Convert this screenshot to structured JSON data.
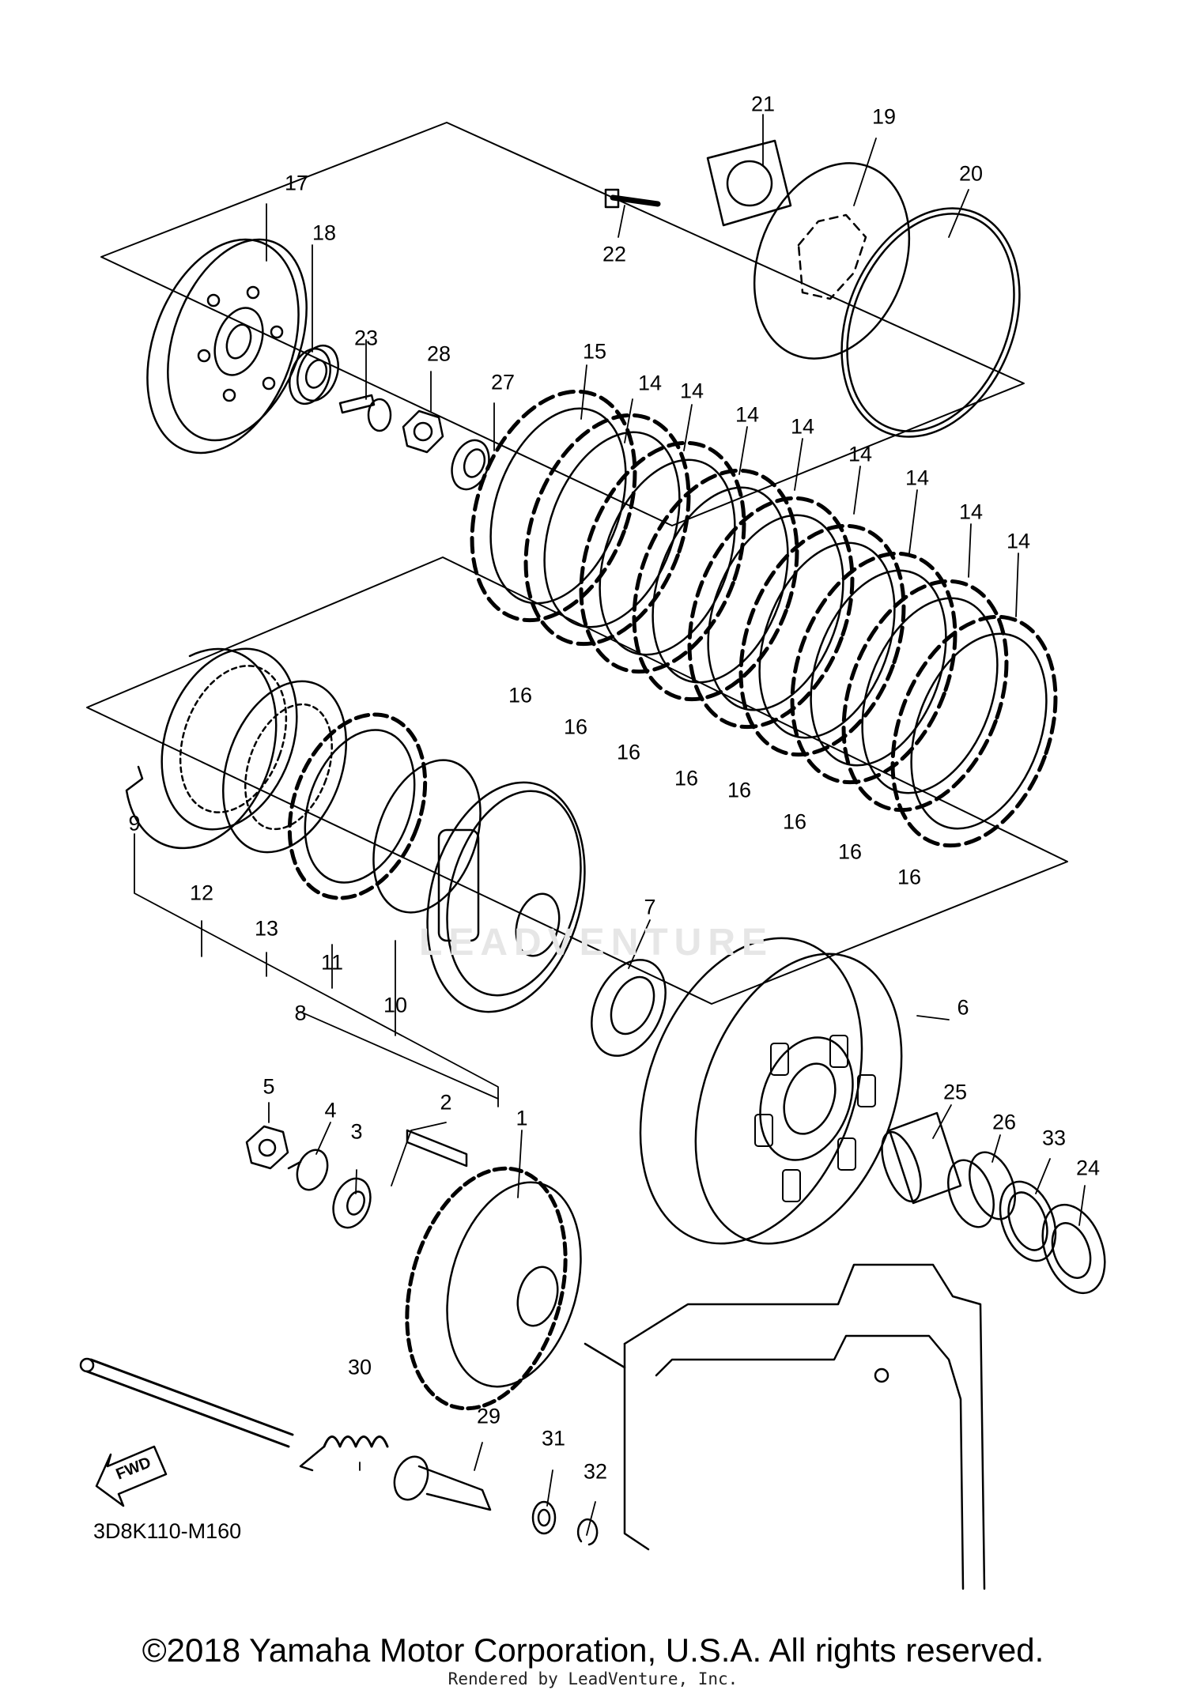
{
  "diagram": {
    "code": "3D8K110-M160",
    "fwd_label": "FWD",
    "watermark": "LEADVENTURE",
    "copyright": "©2018 Yamaha Motor Corporation, U.S.A. All rights reserved.",
    "rendered_by": "Rendered by LeadVenture, Inc.",
    "callouts": [
      {
        "id": "c1",
        "label": "1"
      },
      {
        "id": "c2",
        "label": "2"
      },
      {
        "id": "c3",
        "label": "3"
      },
      {
        "id": "c4",
        "label": "4"
      },
      {
        "id": "c5",
        "label": "5"
      },
      {
        "id": "c6",
        "label": "6"
      },
      {
        "id": "c7",
        "label": "7"
      },
      {
        "id": "c8",
        "label": "8"
      },
      {
        "id": "c9",
        "label": "9"
      },
      {
        "id": "c10",
        "label": "10"
      },
      {
        "id": "c11",
        "label": "11"
      },
      {
        "id": "c12",
        "label": "12"
      },
      {
        "id": "c13",
        "label": "13"
      },
      {
        "id": "c14a",
        "label": "14"
      },
      {
        "id": "c14b",
        "label": "14"
      },
      {
        "id": "c14c",
        "label": "14"
      },
      {
        "id": "c14d",
        "label": "14"
      },
      {
        "id": "c14e",
        "label": "14"
      },
      {
        "id": "c14f",
        "label": "14"
      },
      {
        "id": "c14g",
        "label": "14"
      },
      {
        "id": "c14h",
        "label": "14"
      },
      {
        "id": "c15",
        "label": "15"
      },
      {
        "id": "c16a",
        "label": "16"
      },
      {
        "id": "c16b",
        "label": "16"
      },
      {
        "id": "c16c",
        "label": "16"
      },
      {
        "id": "c16d",
        "label": "16"
      },
      {
        "id": "c16e",
        "label": "16"
      },
      {
        "id": "c16f",
        "label": "16"
      },
      {
        "id": "c16g",
        "label": "16"
      },
      {
        "id": "c16h",
        "label": "16"
      },
      {
        "id": "c17",
        "label": "17"
      },
      {
        "id": "c18",
        "label": "18"
      },
      {
        "id": "c19",
        "label": "19"
      },
      {
        "id": "c20",
        "label": "20"
      },
      {
        "id": "c21",
        "label": "21"
      },
      {
        "id": "c22",
        "label": "22"
      },
      {
        "id": "c23",
        "label": "23"
      },
      {
        "id": "c24",
        "label": "24"
      },
      {
        "id": "c25",
        "label": "25"
      },
      {
        "id": "c26",
        "label": "26"
      },
      {
        "id": "c27",
        "label": "27"
      },
      {
        "id": "c28",
        "label": "28"
      },
      {
        "id": "c29",
        "label": "29"
      },
      {
        "id": "c30",
        "label": "30"
      },
      {
        "id": "c31",
        "label": "31"
      },
      {
        "id": "c32",
        "label": "32"
      },
      {
        "id": "c33",
        "label": "33"
      }
    ]
  }
}
